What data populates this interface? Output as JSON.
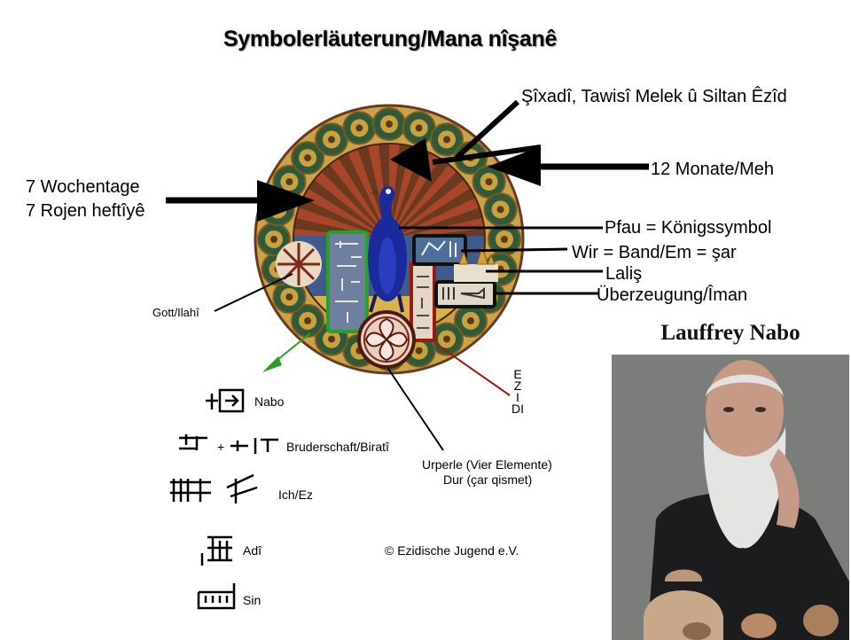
{
  "title": "Symbolerläuterung/Mana nîşanê",
  "labels": {
    "sheikh": "Şîxadî, Tawisî Melek û Siltan Êzîd",
    "months": "12 Monate/Meh",
    "weekdays_de": "7 Wochentage",
    "weekdays_ku": "7 Rojen heftîyê",
    "peacock": "Pfau = Königssymbol",
    "we": "Wir = Band/Em = şar",
    "lalish": "Laliş",
    "faith": "Überzeugung/Îman",
    "god": "Gott/Ilahî",
    "pearl_1": "Urperle (Vier Elemente)",
    "pearl_2": "Dur (çar qismet)",
    "ezidi": [
      "E",
      "Z",
      "I",
      "DI"
    ]
  },
  "legend": [
    {
      "label": "Nabo"
    },
    {
      "label": "+",
      "meaning": "Bruderschaft/Biratî"
    },
    {
      "label": "Ich/Ez"
    },
    {
      "label": "Adî"
    },
    {
      "label": "Sin"
    }
  ],
  "copyright": "© Ezidische Jugend e.V.",
  "photo": {
    "name": "Lauffrey Nabo"
  },
  "colors": {
    "disc_blue": "#3f5a8c",
    "disc_brown": "#6b3a1e",
    "rays_red": "#a8462c",
    "peacock_blue": "#1a2a9c",
    "gold": "#d4aa3a",
    "green_box": "#2aa02a",
    "red_box": "#9a1a12"
  }
}
